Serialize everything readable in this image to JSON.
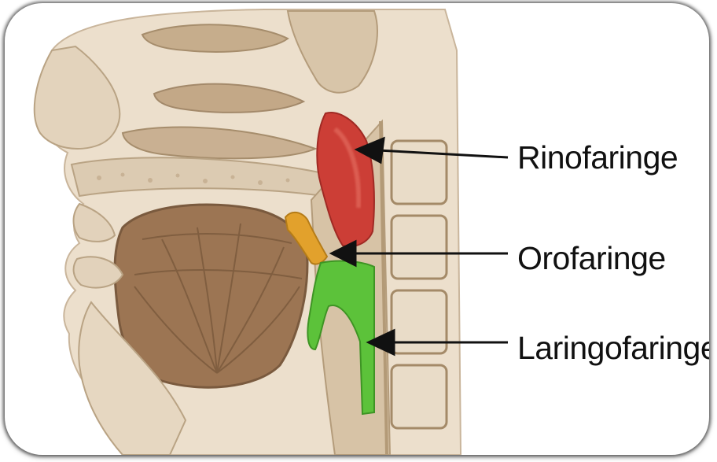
{
  "diagram": {
    "labels": {
      "rinofaringe": "Rinofaringe",
      "orofaringe": "Orofaringe",
      "laringofaringe": "Laringofaringe"
    },
    "region_colors": {
      "rinofaringe": "#cc3e36",
      "orofaringe": "#e2a12c",
      "laringofaringe": "#5cc23a"
    },
    "arrow_color": "#111111"
  }
}
